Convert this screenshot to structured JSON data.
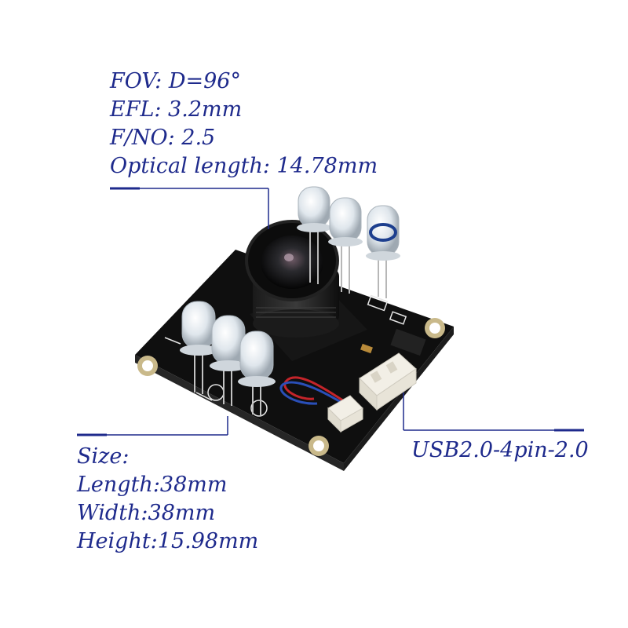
{
  "optics": {
    "fov": "FOV: D=96°",
    "efl": "EFL: 3.2mm",
    "fno": "F/NO: 2.5",
    "optical_length": "Optical length: 14.78mm"
  },
  "size": {
    "heading": "Size:",
    "length": "Length:38mm",
    "width": "Width:38mm",
    "height": "Height:15.98mm"
  },
  "connector": {
    "label": "USB2.0-4pin-2.0"
  },
  "colors": {
    "annotation": "#1e2a8c",
    "pcb": "#141414",
    "lens": "#0a0a0a",
    "connector": "#f2efe6"
  }
}
